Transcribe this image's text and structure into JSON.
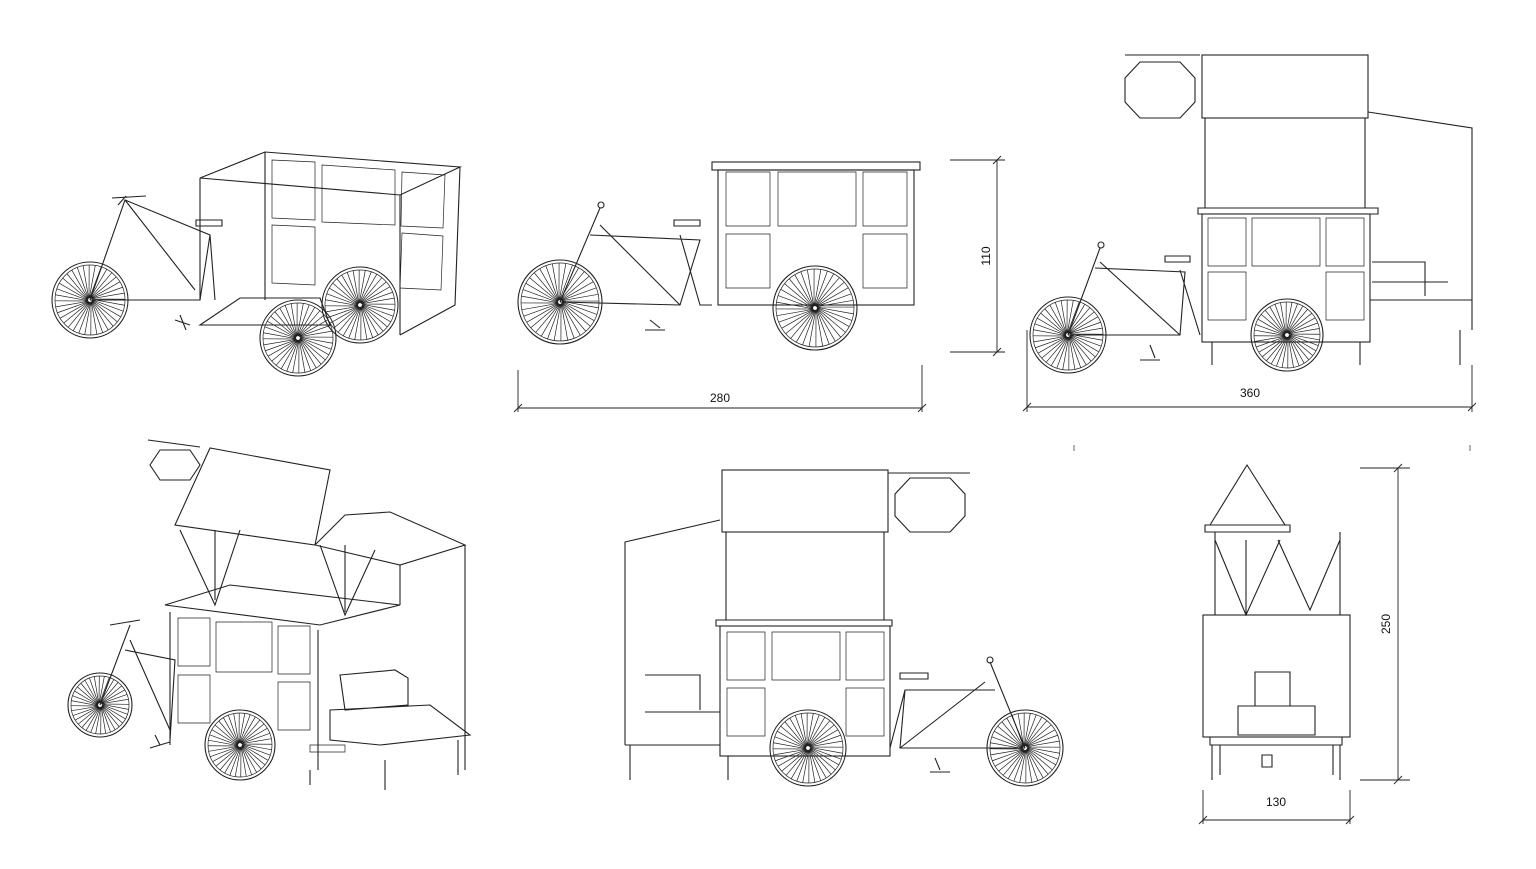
{
  "dimensions": {
    "side_length": "280",
    "side_height": "110",
    "open_length": "360",
    "total_height": "250",
    "width": "130"
  },
  "colors": {
    "line": "#222222",
    "background": "#ffffff"
  }
}
